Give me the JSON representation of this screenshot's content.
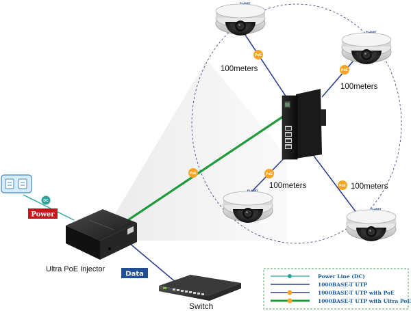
{
  "labels": {
    "injector": "Ultra PoE Injector",
    "switch": "Switch",
    "power_tag": "Power",
    "data_tag": "Data",
    "poe": "PoE",
    "dc": "DC",
    "camera_brand": "PLANET"
  },
  "cable_distances": [
    "100meters",
    "100meters",
    "100meters",
    "100meters"
  ],
  "legend": [
    {
      "label": "Power Line (DC)",
      "color": "#2aa39a",
      "style": "thin-dot"
    },
    {
      "label": "1000BASE-T UTP",
      "color": "#2d3f8f",
      "style": "thin"
    },
    {
      "label": "1000BASE-T UTP with PoE",
      "color": "#2d3f8f",
      "style": "thin-poe"
    },
    {
      "label": "1000BASE-T UTP with Ultra PoE",
      "color": "#1e9a3a",
      "style": "thick-poe"
    }
  ],
  "colors": {
    "power_tag_bg": "#c4161c",
    "data_tag_bg": "#1f4e96",
    "poe_badge": "#f6a623",
    "ultra_poe_line": "#1e9a3a",
    "utp_line": "#2d3f8f",
    "dc_line": "#2aa39a",
    "legend_border": "#4aa25a",
    "legend_text": "#1a5ea3"
  },
  "icons": {
    "power_adapter": "power-adapter-icon",
    "injector": "poe-injector-device",
    "switch": "network-switch-device",
    "industrial_switch": "industrial-poe-switch-device",
    "camera": "dome-camera-icon"
  }
}
